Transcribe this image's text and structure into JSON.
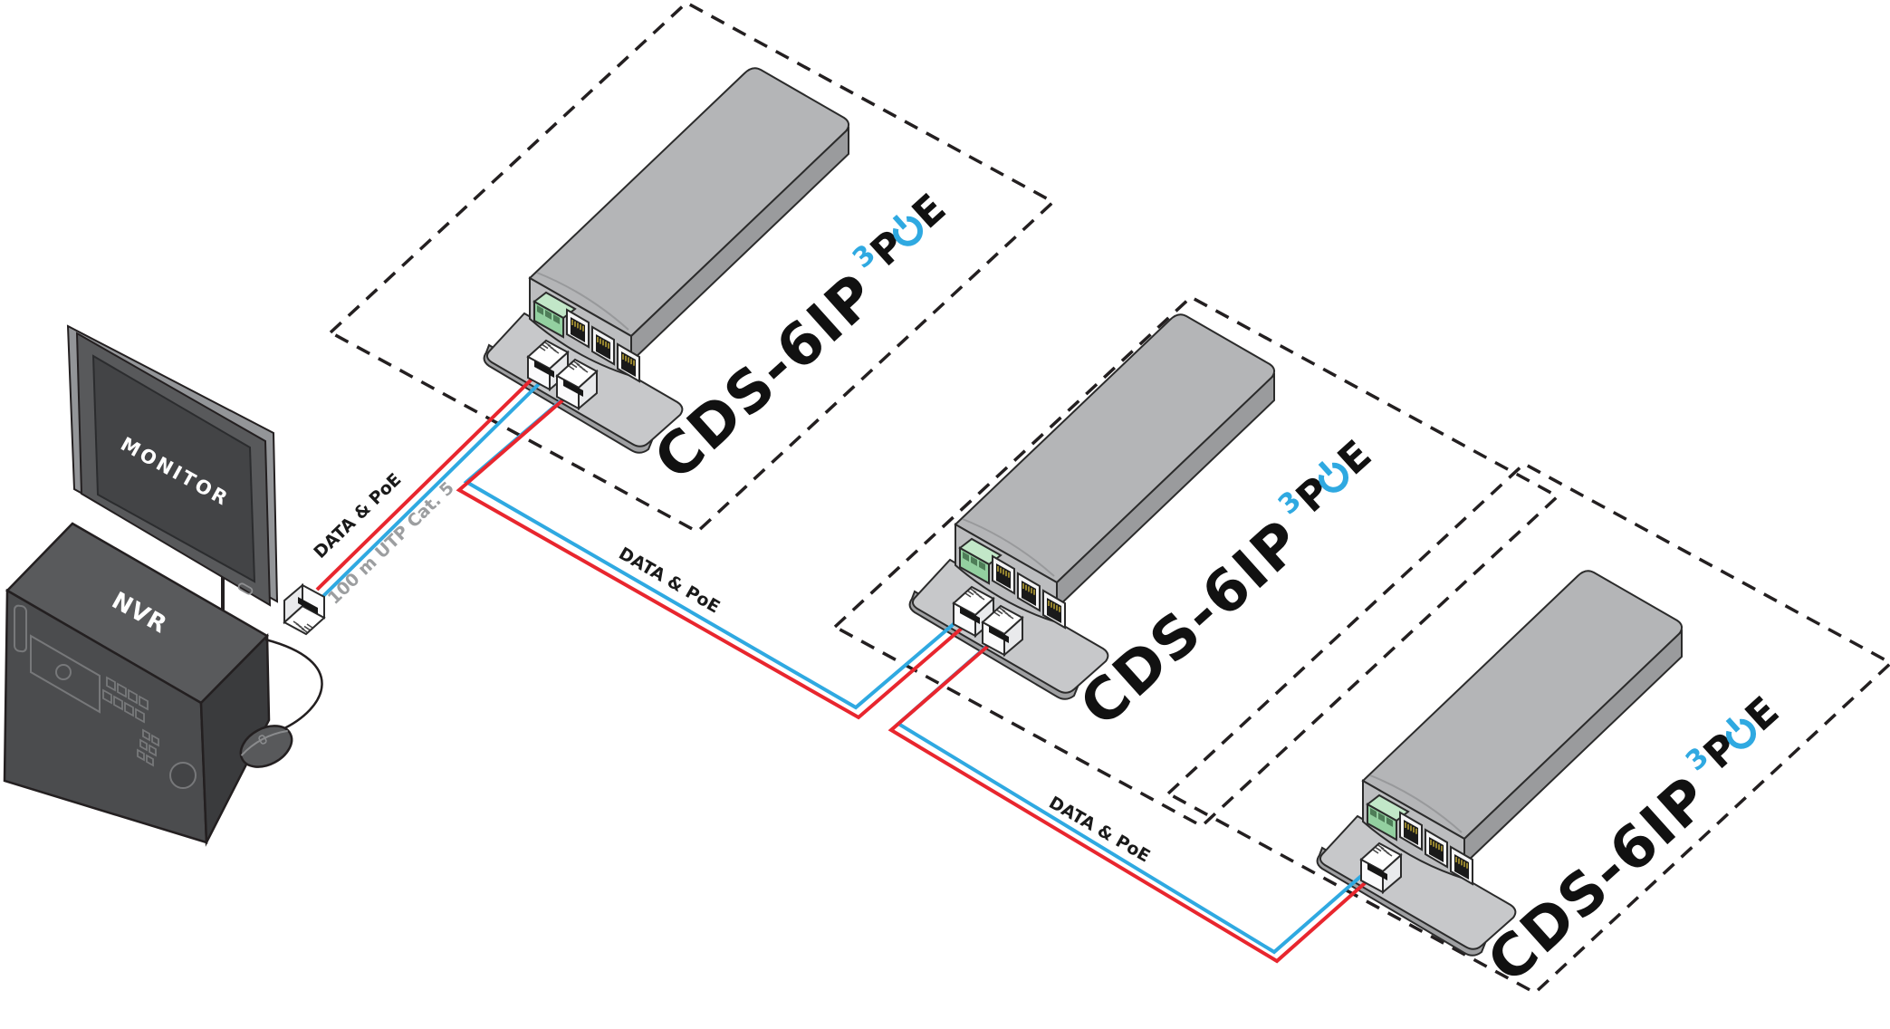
{
  "diagram": {
    "workstation": {
      "monitor_label": "MONITOR",
      "nvr_label": "NVR"
    },
    "cable_runs": [
      {
        "label": "DATA & PoE",
        "sublabel": "100 m UTP Cat. 5"
      },
      {
        "label": "DATA & PoE"
      },
      {
        "label": "DATA & PoE"
      }
    ],
    "devices": [
      {
        "model": "CDS-6IP",
        "logo_sup": "3",
        "logo_p": "P",
        "logo_e": "E"
      },
      {
        "model": "CDS-6IP",
        "logo_sup": "3",
        "logo_p": "P",
        "logo_e": "E"
      },
      {
        "model": "CDS-6IP",
        "logo_sup": "3",
        "logo_p": "P",
        "logo_e": "E"
      }
    ],
    "colors": {
      "cable_data_blue": "#2fa9e1",
      "cable_poe_red": "#e8262e",
      "logo_accent": "#2fa9e1",
      "outline": "#231f20"
    }
  }
}
